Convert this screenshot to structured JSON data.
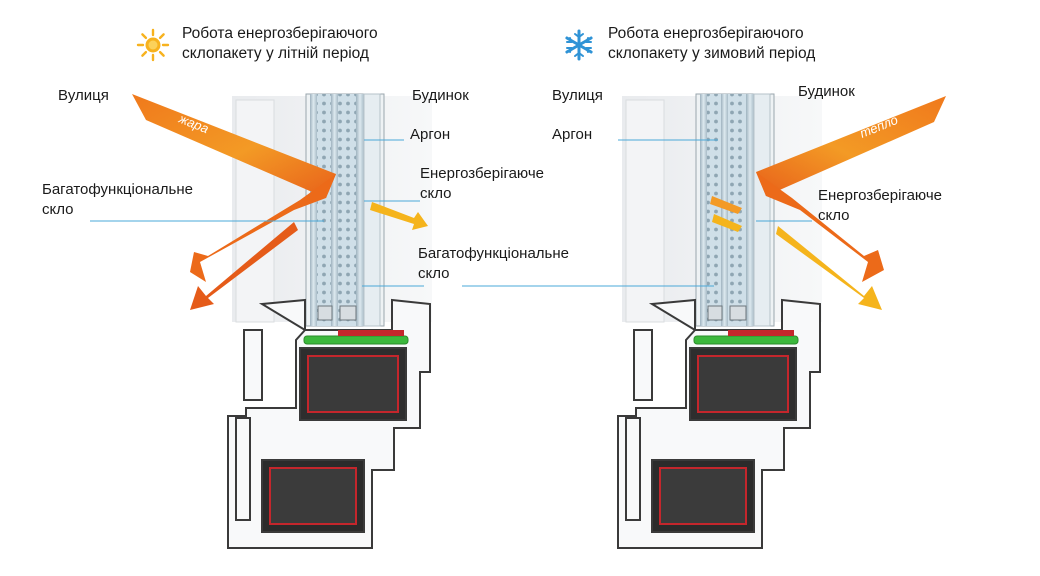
{
  "summer": {
    "title": "Робота енергозберігаючого\nсклопакету у літній період",
    "icon": "sun-icon",
    "street": "Вулиця",
    "house": "Будинок",
    "argon": "Аргон",
    "energy_glass": "Енергозберігаюче\nскло",
    "multi_glass": "Багатофункціональне\nскло",
    "arrow_word": "жара"
  },
  "winter": {
    "title": "Робота енергозберігаючого\nсклопакету у зимовий період",
    "icon": "snowflake-icon",
    "street": "Вулиця",
    "house": "Будинок",
    "argon": "Аргон",
    "energy_glass": "Енергозберігаюче\nскло",
    "multi_glass": "Багатофункціональне\nскло",
    "arrow_word": "тепло"
  },
  "colors": {
    "heat_arrow": "#f07a1a",
    "sun_glow": "#f7b21e",
    "leader_line": "#4aa8d8",
    "seal_green": "#3cb83c",
    "seal_red": "#c4262c",
    "frame_outline": "#3a3a3a",
    "glass_blue": "#bcd7e6"
  }
}
